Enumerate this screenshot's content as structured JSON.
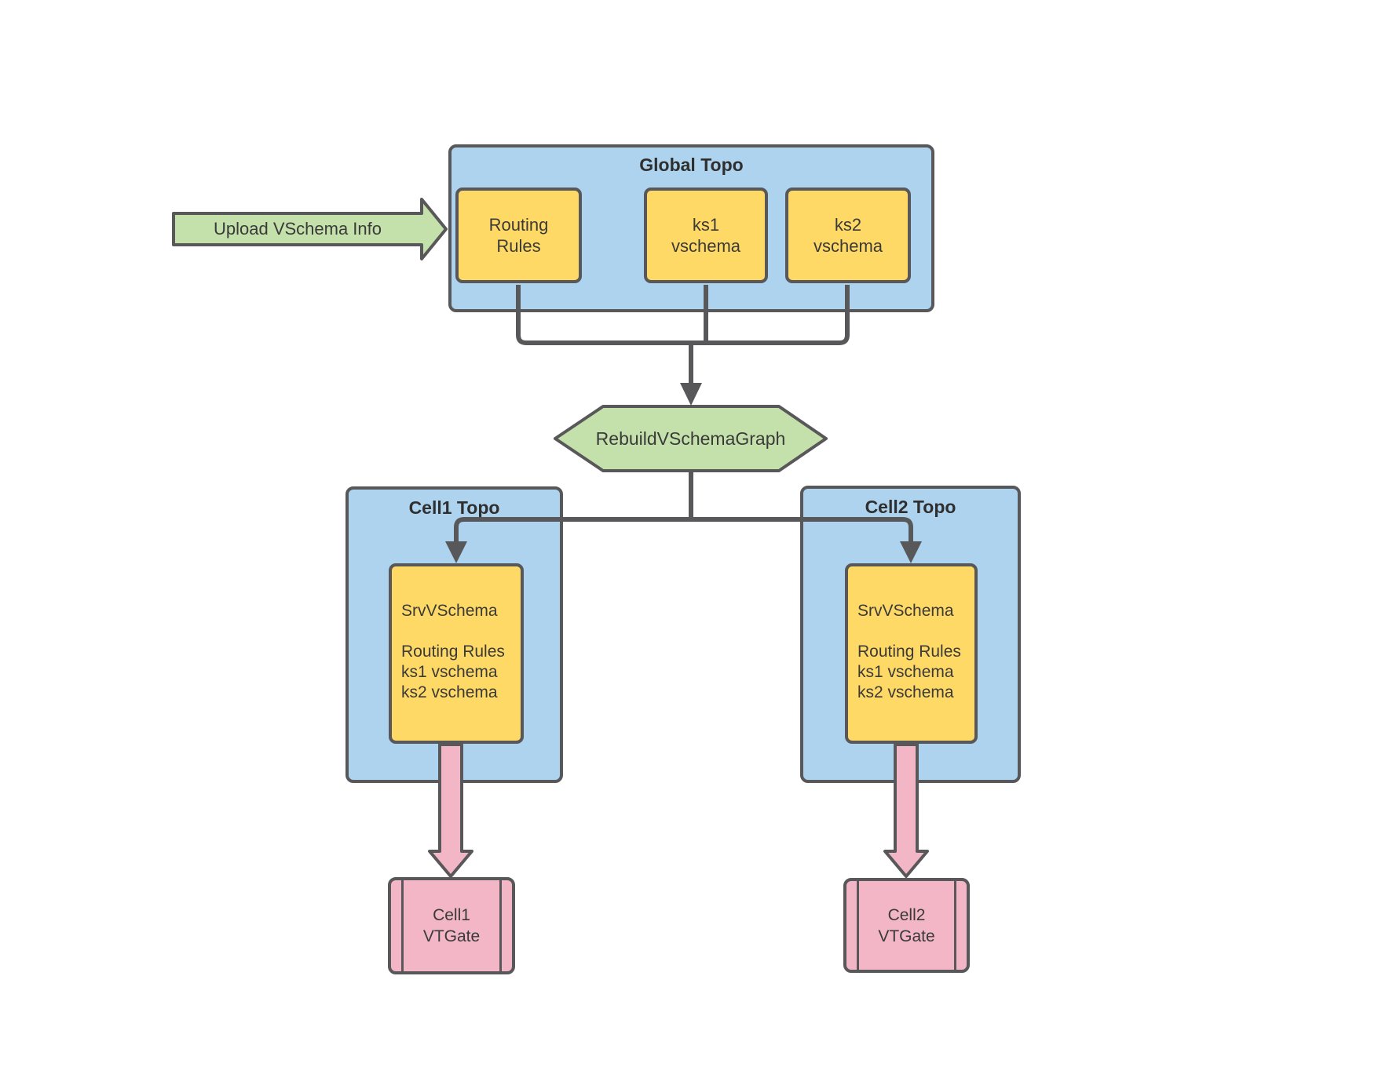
{
  "colors": {
    "box_blue": "#add3ee",
    "box_yellow": "#ffd966",
    "shape_green": "#c5e1ab",
    "shape_pink": "#f2b6c6",
    "line_gray": "#58585a"
  },
  "upload_arrow": {
    "label": "Upload VSchema Info"
  },
  "global_topo": {
    "title": "Global Topo",
    "nodes": [
      {
        "label": "Routing\nRules"
      },
      {
        "label": "ks1\nvschema"
      },
      {
        "label": "ks2\nvschema"
      }
    ]
  },
  "rebuild_step": {
    "label": "RebuildVSchemaGraph"
  },
  "cells": [
    {
      "title": "Cell1 Topo",
      "srv_vschema": "SrvVSchema\n\nRouting Rules\nks1 vschema\nks2 vschema",
      "vtgate_label": "Cell1\nVTGate"
    },
    {
      "title": "Cell2 Topo",
      "srv_vschema": "SrvVSchema\n\nRouting Rules\nks1 vschema\nks2 vschema",
      "vtgate_label": "Cell2\nVTGate"
    }
  ]
}
